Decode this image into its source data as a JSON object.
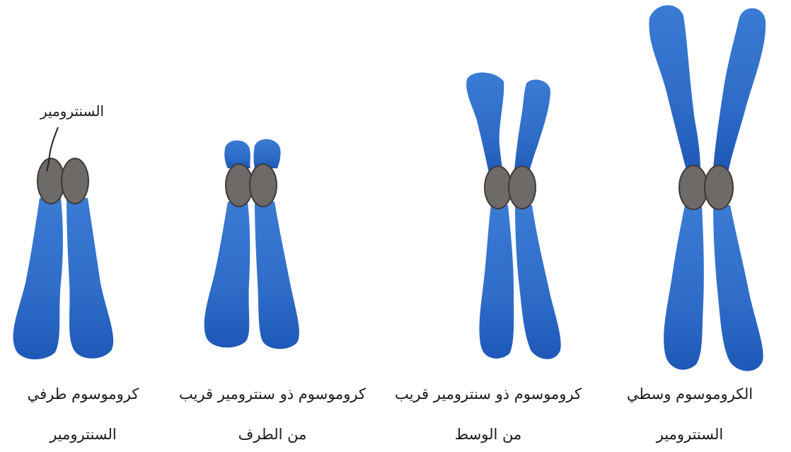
{
  "colors": {
    "arm": "#2e6cc8",
    "arm_dark": "#1f4fa8",
    "centromere": "#6e6a68",
    "centromere_outline": "#3e3a3a"
  },
  "pointer_label": "السنترومير",
  "chromosomes": [
    {
      "id": "metacentric",
      "caption_line1": "الكروموسوم وسطي",
      "caption_line2": "السنترومير"
    },
    {
      "id": "submetacentric",
      "caption_line1": "كروموسوم ذو سنترومير  قريب",
      "caption_line2": "من الوسط"
    },
    {
      "id": "acrocentric",
      "caption_line1": "كروموسوم ذو سنترومير  قريب",
      "caption_line2": "من الطرف"
    },
    {
      "id": "telocentric",
      "caption_line1": "كروموسوم طرفي",
      "caption_line2": "السنترومير"
    }
  ]
}
